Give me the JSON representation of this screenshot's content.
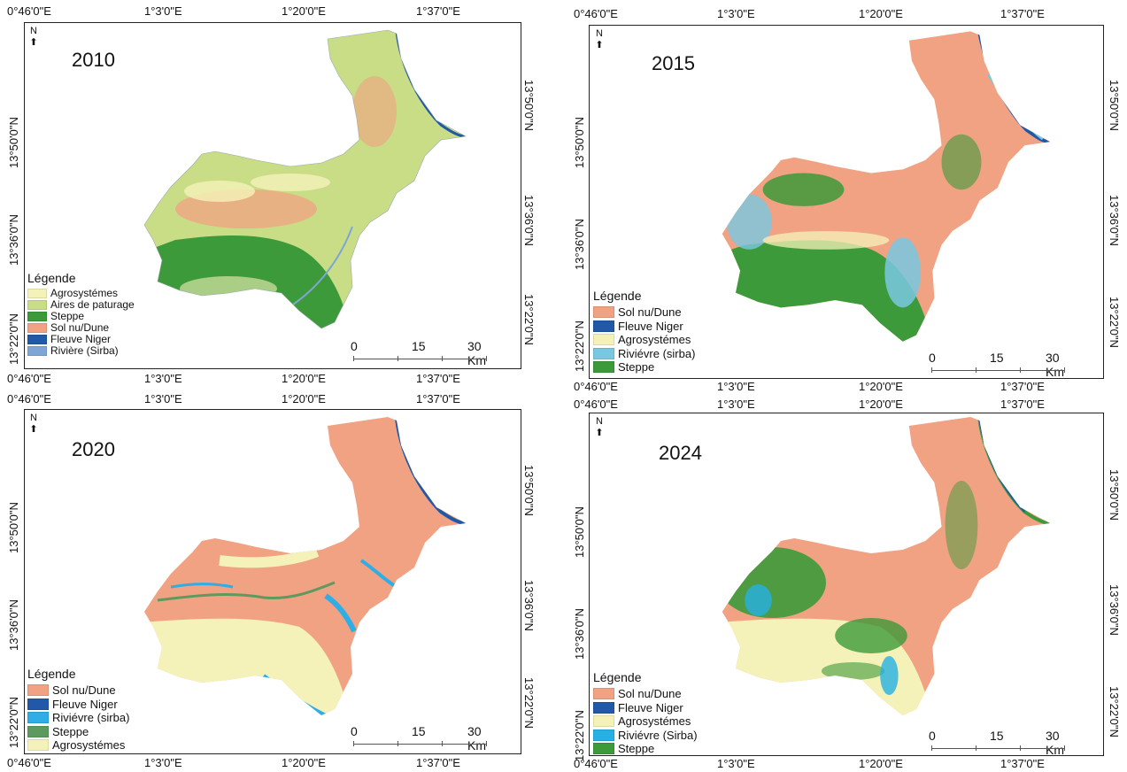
{
  "colors": {
    "sol": "#F0A282",
    "fleuve": "#2159A8",
    "agro": "#F5F2B9",
    "aires": "#C9DD86",
    "steppe": "#3D9A3A",
    "riviere_2010": "#7DA6D6",
    "riviere_2015": "#79C8E2",
    "riviere_2020": "#2EADE6",
    "steppe_2020": "#5E9A5F",
    "riviere_2024": "#26B0E4"
  },
  "north_label": "N",
  "panels": [
    {
      "year": "2010",
      "top_coords": [
        "0°46'0\"E",
        "1°3'0\"E",
        "1°20'0\"E",
        "1°37'0\"E"
      ],
      "bottom_coords": [
        "0°46'0\"E",
        "1°3'0\"E",
        "1°20'0\"E",
        "1°37'0\"E"
      ],
      "left_coords": [
        "13°50'0\"N",
        "13°36'0\"N",
        "13°22'0\"N"
      ],
      "right_coords": [
        "13°50'0\"N",
        "13°36'0\"N",
        "13°22'0\"N"
      ],
      "legend": {
        "title": "Légende",
        "items": [
          {
            "label": "Agrosystémes",
            "color": "#F5F2B9"
          },
          {
            "label": "Aires de paturage",
            "color": "#C9DD86"
          },
          {
            "label": "Steppe",
            "color": "#3D9A3A"
          },
          {
            "label": "Sol nu/Dune",
            "color": "#F0A282"
          },
          {
            "label": "Fleuve Niger",
            "color": "#2159A8"
          },
          {
            "label": "Rivière (Sirba)",
            "color": "#7DA6D6"
          }
        ]
      },
      "scale": [
        "0",
        "15",
        "30 Km"
      ]
    },
    {
      "year": "2015",
      "top_coords": [
        "0°46'0\"E",
        "1°3'0\"E",
        "1°20'0\"E",
        "1°37'0\"E"
      ],
      "bottom_coords": [
        "0°46'0\"E",
        "1°3'0\"E",
        "1°20'0\"E",
        "1°37'0\"E"
      ],
      "left_coords": [
        "13°50'0\"N",
        "13°36'0\"N",
        "13°22'0\"N"
      ],
      "right_coords": [
        "13°50'0\"N",
        "13°36'0\"N",
        "13°22'0\"N"
      ],
      "legend": {
        "title": "Légende",
        "items": [
          {
            "label": "Sol nu/Dune",
            "color": "#F0A282"
          },
          {
            "label": "Fleuve Niger",
            "color": "#2159A8"
          },
          {
            "label": "Agrosystémes",
            "color": "#F5F2B9"
          },
          {
            "label": "Riviévre (sirba)",
            "color": "#79C8E2"
          },
          {
            "label": "Steppe",
            "color": "#3D9A3A"
          }
        ]
      },
      "scale": [
        "0",
        "15",
        "30 Km"
      ]
    },
    {
      "year": "2020",
      "top_coords": [
        "0°46'0\"E",
        "1°3'0\"E",
        "1°20'0\"E",
        "1°37'0\"E"
      ],
      "bottom_coords": [
        "0°46'0\"E",
        "1°3'0\"E",
        "1°20'0\"E",
        "1°37'0\"E"
      ],
      "left_coords": [
        "13°50'0\"N",
        "13°36'0\"N",
        "13°22'0\"N"
      ],
      "right_coords": [
        "13°50'0\"N",
        "13°36'0\"N",
        "13°22'0\"N"
      ],
      "legend": {
        "title": "Légende",
        "items": [
          {
            "label": "Sol nu/Dune",
            "color": "#F0A282"
          },
          {
            "label": "Fleuve Niger",
            "color": "#2159A8"
          },
          {
            "label": "Riviévre (sirba)",
            "color": "#2EADE6"
          },
          {
            "label": "Steppe",
            "color": "#5E9A5F"
          },
          {
            "label": "Agrosystémes",
            "color": "#F5F2B9"
          }
        ]
      },
      "scale": [
        "0",
        "15",
        "30 Km"
      ]
    },
    {
      "year": "2024",
      "top_coords": [
        "0°46'0\"E",
        "1°3'0\"E",
        "1°20'0\"E",
        "1°37'0\"E"
      ],
      "bottom_coords": [
        "0°46'0\"E",
        "1°3'0\"E",
        "1°20'0\"E",
        "1°37'0\"E"
      ],
      "left_coords": [
        "13°50'0\"N",
        "13°36'0\"N",
        "13°22'0\"N"
      ],
      "right_coords": [
        "13°50'0\"N",
        "13°36'0\"N",
        "13°22'0\"N"
      ],
      "legend": {
        "title": "Légende",
        "items": [
          {
            "label": "Sol nu/Dune",
            "color": "#F0A282"
          },
          {
            "label": "Fleuve Niger",
            "color": "#2159A8"
          },
          {
            "label": "Agrosystémes",
            "color": "#F5F2B9"
          },
          {
            "label": "Riviévre (Sirba)",
            "color": "#26B0E4"
          },
          {
            "label": "Steppe",
            "color": "#3D9A3A"
          }
        ]
      },
      "scale": [
        "0",
        "15",
        "30 Km"
      ]
    }
  ]
}
